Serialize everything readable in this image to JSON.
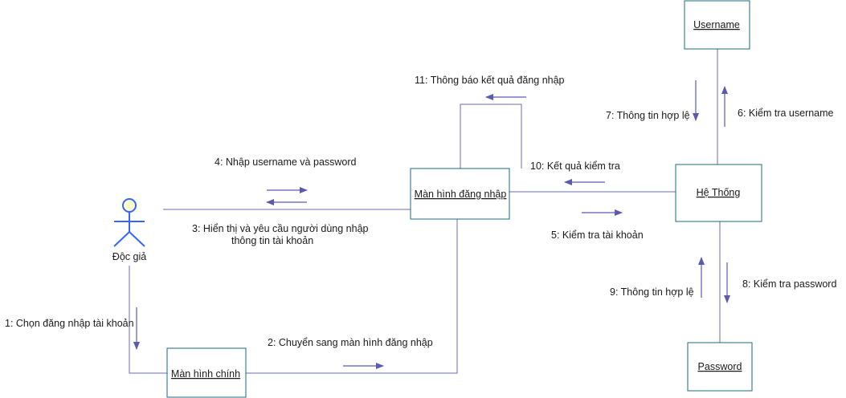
{
  "diagram_type": "collaboration",
  "colors": {
    "box_fill": "#ffffff",
    "box_stroke": "#1a6b80",
    "link": "#6b6bb0",
    "arrow": "#5a5ab0",
    "actor_head_fill": "#ffffcc",
    "actor_stroke": "#3366ff"
  },
  "actor": {
    "name": "Độc giả"
  },
  "objects": {
    "username": "Username",
    "login_screen": "Màn hình đăng nhập",
    "system": "Hệ Thống",
    "main_screen": "Màn hình chính",
    "password": "Password"
  },
  "messages": {
    "m1": "1: Chọn đăng nhập tài khoản",
    "m2": "2: Chuyển sang màn hình đăng nhập",
    "m3_line1": "3: Hiển thị và yêu cầu người dùng nhập",
    "m3_line2": "thông tin tài khoản",
    "m4": "4: Nhập username và password",
    "m5": "5: Kiểm tra  tài khoản",
    "m6": "6: Kiểm tra username",
    "m7": "7: Thông tin hợp lệ",
    "m8": "8: Kiểm tra password",
    "m9": "9: Thông tin hợp lệ",
    "m10": "10: Kết quả kiểm tra",
    "m11": "11: Thông báo kết quả đăng nhập"
  }
}
